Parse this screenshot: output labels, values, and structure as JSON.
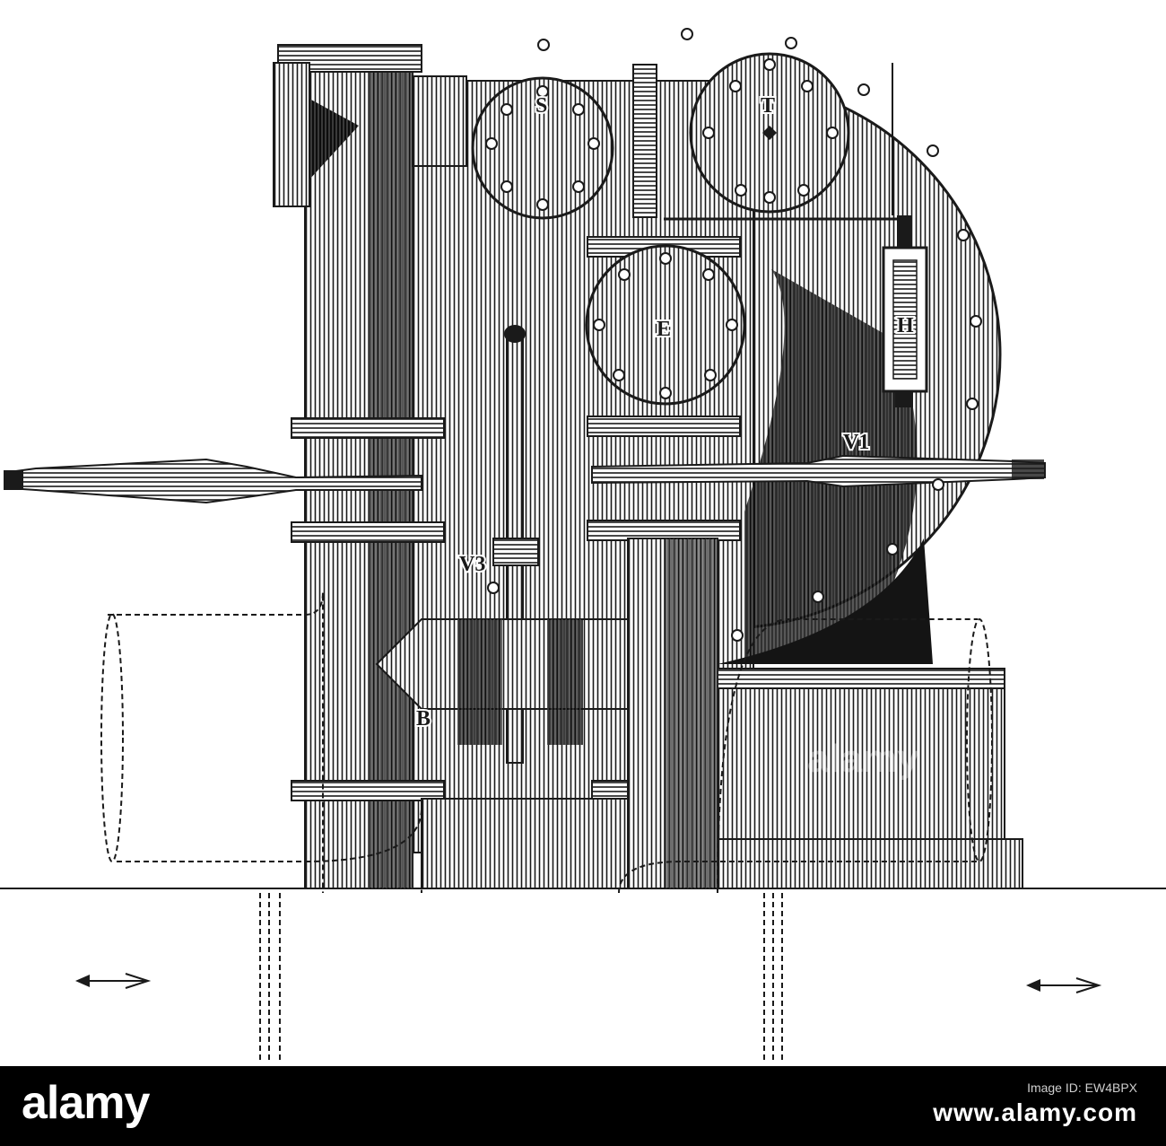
{
  "labels": {
    "s": "S",
    "t": "T",
    "e": "E",
    "h": "H",
    "v1": "V1",
    "v3": "V3",
    "b": "B"
  },
  "watermark": "alamy",
  "footer": {
    "logo": "alamy",
    "caption": "Image ID: EW4BPX",
    "site": "www.alamy.com"
  },
  "colors": {
    "ink": "#1a1a1a",
    "paper": "#ffffff",
    "footer_bg": "#000000"
  }
}
